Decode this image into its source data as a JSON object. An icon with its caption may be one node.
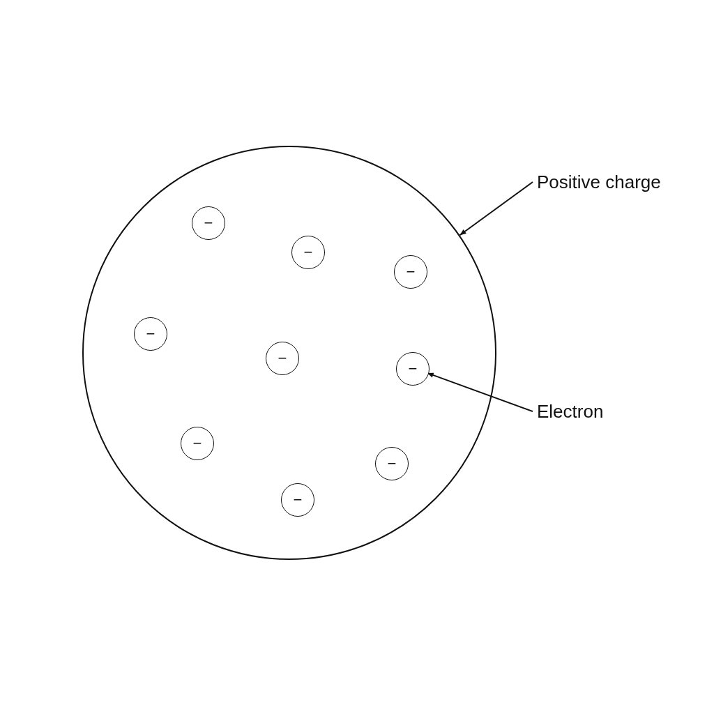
{
  "diagram": {
    "nodes": [
      {
        "text": [],
        "shape": "circle"
      },
      {
        "text": [
          "−"
        ],
        "in": 0
      },
      {
        "text": [
          "−"
        ],
        "in": 0
      },
      {
        "text": [
          "−"
        ],
        "in": 0
      },
      {
        "text": [
          "−"
        ],
        "in": 0
      },
      {
        "text": [
          "−"
        ],
        "in": 0
      },
      {
        "text": [
          "−"
        ],
        "in": 0
      },
      {
        "text": [
          "−"
        ],
        "in": 0
      },
      {
        "text": [
          "−"
        ],
        "in": 0
      },
      {
        "text": [
          "−"
        ],
        "in": 0
      },
      {
        "text": [
          "Positive charge"
        ]
      },
      {
        "text": [
          "Electron"
        ]
      }
    ],
    "edges": [
      {
        "from": 10,
        "to": 0,
        "arrow": "to"
      },
      {
        "from": 11,
        "to": 6,
        "arrow": "to"
      }
    ]
  }
}
